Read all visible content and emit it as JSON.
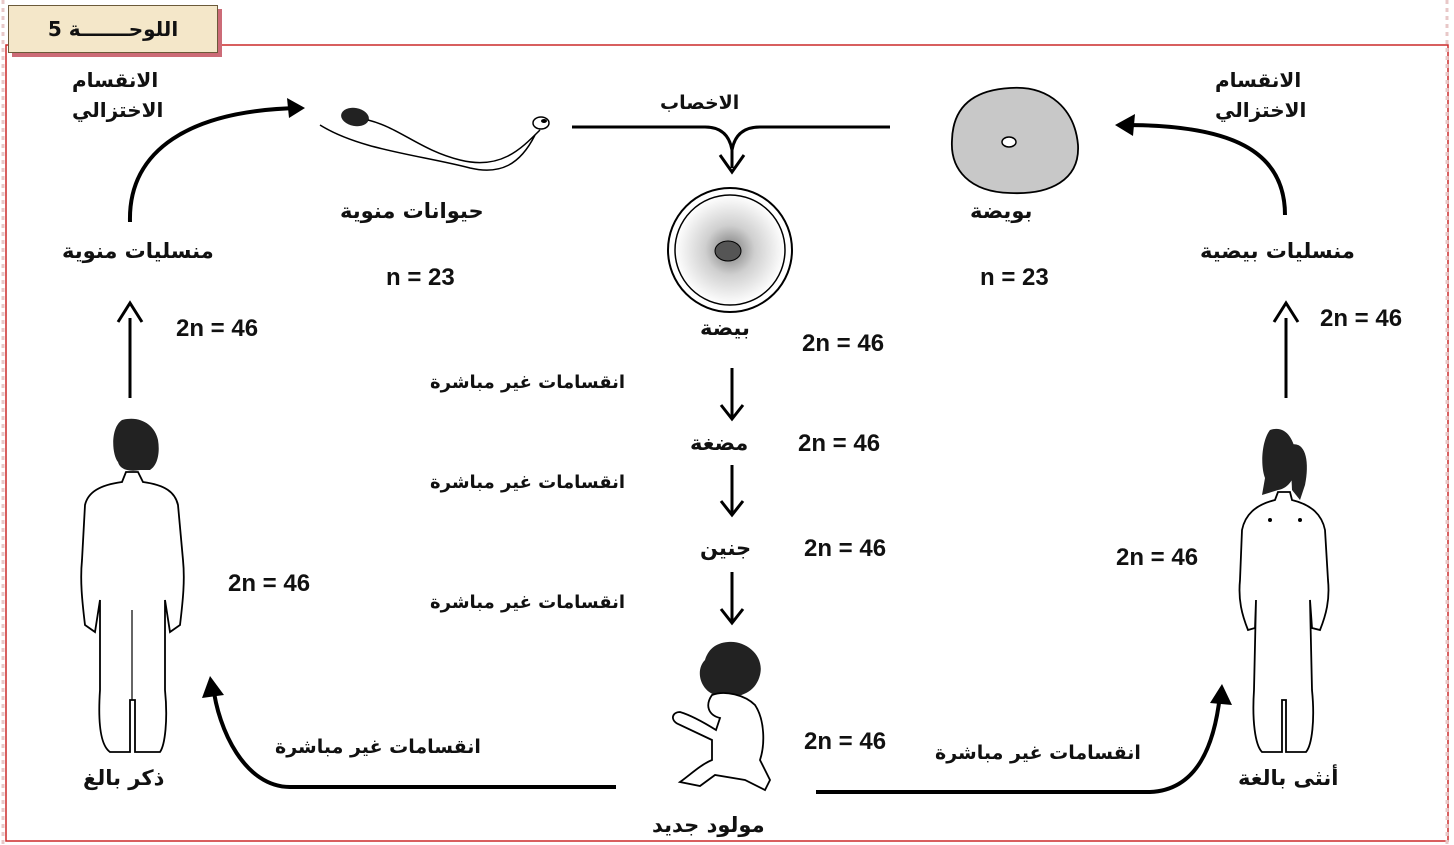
{
  "plate_label": "اللوحـــــــة 5",
  "labels": {
    "fertilization": "الاخصاب",
    "meiosis_left_1": "الانقسام",
    "meiosis_left_2": "الاختزالي",
    "meiosis_right_1": "الانقسام",
    "meiosis_right_2": "الاختزالي",
    "sperm": "حيوانات منوية",
    "ovum": "بويضة",
    "egg": "بيضة",
    "spermatogonia": "منسليات منوية",
    "oogonia": "منسليات بيضية",
    "mitosis_1": "انقسامات غير مباشرة",
    "morula": "مضغة",
    "mitosis_2": "انقسامات غير مباشرة",
    "embryo": "جنين",
    "mitosis_3": "انقسامات غير مباشرة",
    "newborn": "مولود جديد",
    "adult_male": "ذكر بالغ",
    "adult_female": "أنثى بالغة",
    "mitosis_to_male": "انقسامات غير مباشرة",
    "mitosis_to_female": "انقسامات غير مباشرة"
  },
  "numbers": {
    "n_sperm": "n = 23",
    "n_ovum": "n = 23",
    "spermatogonia_2n": "2n = 46",
    "oogonia_2n": "2n = 46",
    "egg_2n": "2n = 46",
    "morula_2n": "2n = 46",
    "embryo_2n": "2n = 46",
    "male_2n": "2n = 46",
    "female_2n": "2n = 46",
    "newborn_2n": "2n = 46"
  },
  "colors": {
    "frame_border": "#cc2a2a",
    "plate_bg": "#f4e7c9",
    "ovum_fill": "#c8c8c8"
  }
}
